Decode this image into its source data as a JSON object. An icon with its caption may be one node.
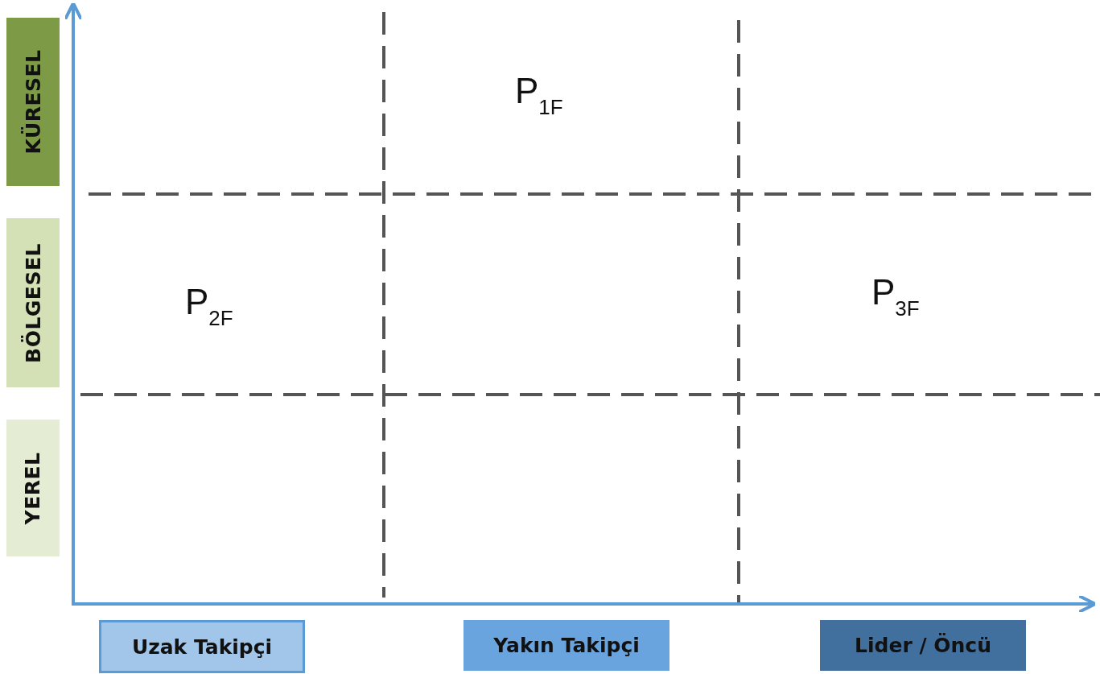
{
  "diagram": {
    "nodes": [
      {
        "text": [
          "KÜRESEL"
        ]
      },
      {
        "text": [
          "BÖLGESEL"
        ]
      },
      {
        "text": [
          "YEREL"
        ]
      },
      {
        "text": [
          "Uzak Takipçi"
        ]
      },
      {
        "text": [
          "Yakın Takipçi"
        ]
      },
      {
        "text": [
          "Lider / Öncü"
        ]
      }
    ],
    "labels": [
      "P$_{1F}$",
      "P$_{2F}$",
      "P$_{3F}$"
    ]
  }
}
